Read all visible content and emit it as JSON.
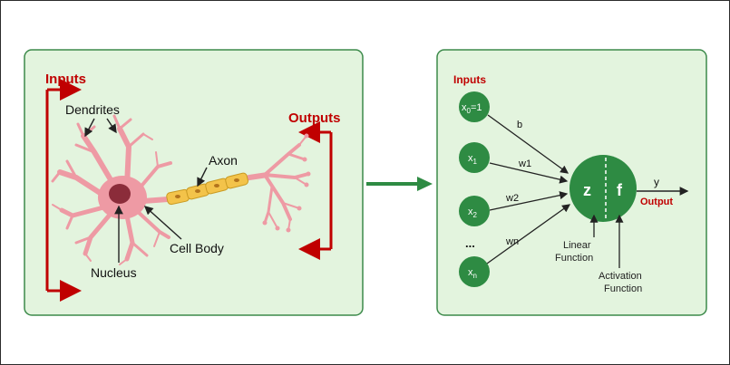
{
  "left_panel": {
    "inputs_label": "Inputs",
    "outputs_label": "Outputs",
    "dendrites_label": "Dendrites",
    "axon_label": "Axon",
    "cell_body_label": "Cell Body",
    "nucleus_label": "Nucleus"
  },
  "right_panel": {
    "inputs_label": "Inputs",
    "nodes": [
      {
        "base": "x",
        "sub": "0",
        "suffix": "=1"
      },
      {
        "base": "x",
        "sub": "1",
        "suffix": ""
      },
      {
        "base": "x",
        "sub": "2",
        "suffix": ""
      },
      {
        "base": "x",
        "sub": "n",
        "suffix": ""
      }
    ],
    "ellipsis": "...",
    "weights": [
      "b",
      "w1",
      "w2",
      "wn"
    ],
    "z_label": "z",
    "f_label": "f",
    "y_label": "y",
    "output_label": "Output",
    "linear_function_label_1": "Linear",
    "linear_function_label_2": "Function",
    "activation_function_label_1": "Activation",
    "activation_function_label_2": "Function"
  },
  "colors": {
    "panel_fill": "#e3f4de",
    "panel_border": "#3c8a4a",
    "accent_red": "#c00000",
    "node_green": "#2e8b43",
    "arrow_green": "#2e8b43",
    "neuron_pink": "#ee9aa4",
    "neuron_dark": "#8b2c3a",
    "myelin_yellow": "#f3c34a"
  }
}
